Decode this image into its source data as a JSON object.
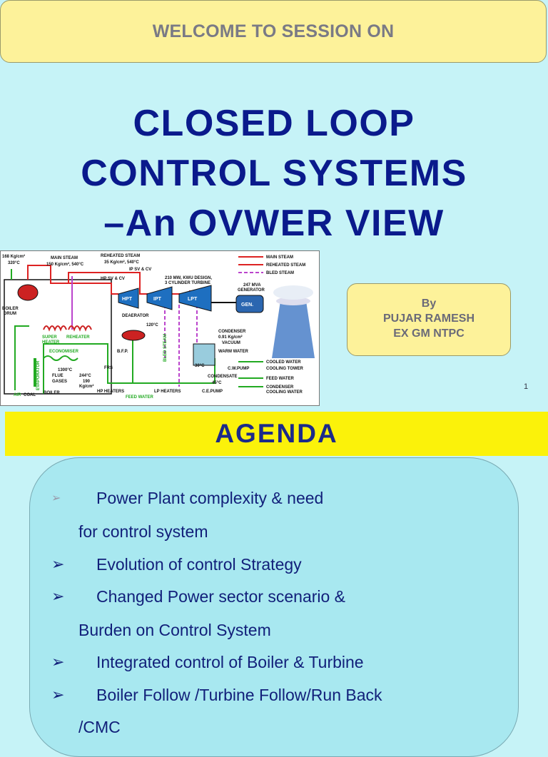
{
  "banner": {
    "text": "WELCOME TO SESSION ON"
  },
  "title": {
    "line1": "CLOSED LOOP",
    "line2": "CONTROL  SYSTEMS",
    "line3": "–An OVWER VIEW"
  },
  "author": {
    "by": "By",
    "name": "PUJAR RAMESH",
    "designation": "EX GM NTPC"
  },
  "page_number": "1",
  "agenda": {
    "heading": "AGENDA",
    "items": [
      {
        "line1": "Power Plant complexity & need",
        "line2": "for control system"
      },
      {
        "line1": "Evolution of control Strategy"
      },
      {
        "line1": "Changed Power sector scenario &",
        "line2": "Burden on Control System"
      },
      {
        "line1": "Integrated control of Boiler & Turbine"
      },
      {
        "line1": "Boiler Follow /Turbine Follow/Run Back",
        "line2": "/CMC"
      }
    ]
  },
  "diagram": {
    "legend": {
      "main_steam": "MAIN STEAM",
      "reheated_steam": "REHEATED STEAM",
      "bled_steam": "BLED STEAM"
    },
    "labels": {
      "pressure_top": "168 Kg/cm²",
      "temp_top": "320°C",
      "main_steam": "MAIN STEAM",
      "main_steam_params": "150 Kg/cm², 540°C",
      "reheated_steam": "REHEATED STEAM",
      "reheated_params": "35 Kg/cm², 540°C",
      "ip_sv_cv": "IP SV & CV",
      "hp_sv_cv": "HP SV & CV",
      "turbine_design": "210 MW, KWU DESIGN,",
      "turbine_cyl": "3 CYLINDER TURBINE",
      "generator_rating": "247 MVA",
      "generator_label": "GENERATOR",
      "boiler_drum": "BOILER",
      "boiler_drum2": "DRUM",
      "hpt": "HPT",
      "ipt": "IPT",
      "lpt": "LPT",
      "gen": "GEN.",
      "deaerator": "DEAERATOR",
      "deaerator_temp": "120°C",
      "super_heater": "SUPER",
      "super_heater2": "HEATER",
      "reheater": "REHEATER",
      "economiser": "ECONOMISER",
      "flue_temp": "1300°C",
      "flue_gases": "FLUE",
      "flue_gases2": "GASES",
      "evaporator": "EVAPORATOR",
      "bfp": "B.F.P.",
      "frs": "FRS",
      "temp_244": "244°C",
      "pressure_190": "190",
      "pressure_190_unit": "Kg/cm²",
      "condenser": "CONDENSER",
      "vacuum": "0.91 Kg/cm²",
      "vacuum2": "VACUUM",
      "warm_water": "WARM WATER",
      "bled_steam_vertical": "BLED STEAM",
      "temp_30": "30°C",
      "cw_pump": "C.W.PUMP",
      "condensate": "CONDENSATE",
      "temp_45": "45°C",
      "cooled_water": "COOLED WATER",
      "cooling_tower": "COOLING TOWER",
      "feed_water_legend": "FEED WATER",
      "condenser_cooling": "CONDENSER",
      "condenser_cooling2": "COOLING WATER",
      "air": "AIR",
      "coal": "COAL",
      "boiler": "BOILER",
      "hp_heaters": "HP HEATERS",
      "lp_heaters": "LP HEATERS",
      "ce_pump": "C.E.PUMP",
      "feed_water": "FEED WATER"
    }
  }
}
